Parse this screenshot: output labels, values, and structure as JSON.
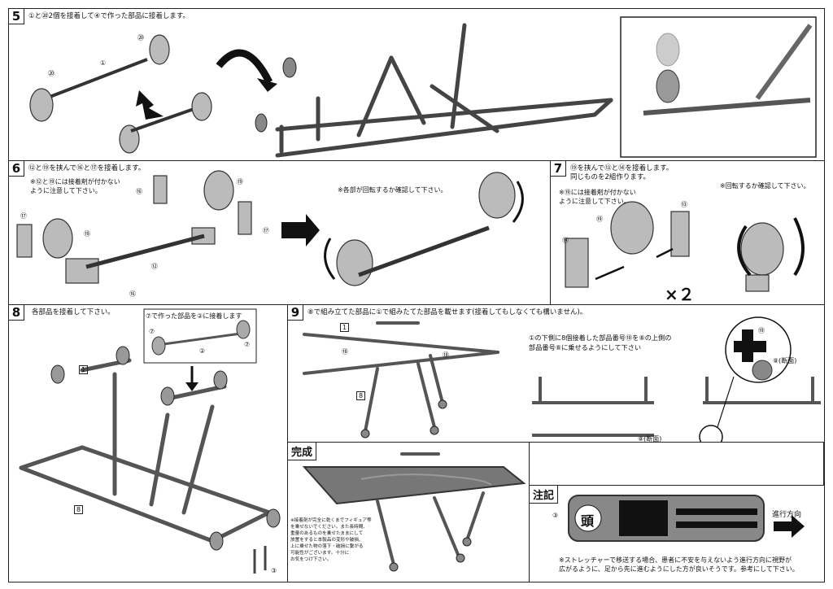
{
  "step5": {
    "no": "5",
    "text": "①と⑳2個を接着して④で作った部品に接着します。"
  },
  "step6": {
    "no": "6",
    "text": "⑫と⑲を挟んで⑯と⑰を接着します。",
    "caution": "※⑫と⑲には接着剤が付かない\nように注意して下さい。",
    "check": "※各部が回転するか確認して下さい。"
  },
  "step7": {
    "no": "7",
    "text": "⑲を挟んで⑬と⑭を接着します。\n同じものを2組作ります。",
    "caution": "※⑲には接着剤が付かない\nように注意して下さい。",
    "check": "※回転するか確認して下さい。",
    "times": "×２"
  },
  "step8": {
    "no": "8",
    "text": "各部品を接着して下さい。",
    "inset": "⑦で作った部品を②に接着します"
  },
  "step9": {
    "no": "9",
    "text": "⑧で組み立てた部品に①で組みたてた部品を載せます(接着してもしなくても構いません)。",
    "detail": "①の下側に8個接着した部品番号⑱を⑧の上側の\n部品番号⑧に乗せるようにして下さい",
    "section": "⑧(断面)",
    "section2": "⑧(断面)"
  },
  "complete": {
    "title": "完成",
    "note": "※接着剤が完全に乾くまでフィギュア等\nを乗せないでください。また長時間、\n重量のあるものを乗せたままにして\n放置をすると本製品の変形や破損、\n上に乗せた物の落下・破損に繋がる\n可能性がございます。十分に\nお気をつけ下さい。"
  },
  "caution_note": {
    "title": "注記",
    "direction": "進行方向",
    "note": "※ストレッチャーで移送する場合、患者に不安を与えないよう進行方向に視野が\n広がるように、足から先に進むようにした方が良いそうです。参考にして下さい。",
    "head": "頭"
  },
  "labels": {
    "p1": "①",
    "p2": "②",
    "p3": "③",
    "p7": "⑦",
    "p8": "⑧",
    "p12": "⑫",
    "p13": "⑬",
    "p14": "⑭",
    "p16": "⑯",
    "p17": "⑰",
    "p18": "⑱",
    "p19": "⑲",
    "p20": "⑳",
    "b1": "1",
    "b8": "8"
  }
}
